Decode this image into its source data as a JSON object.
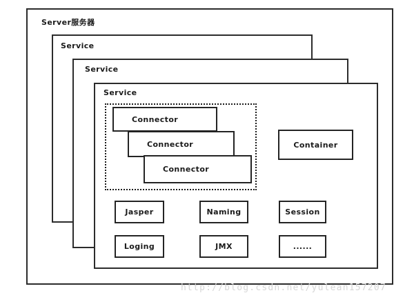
{
  "diagram": {
    "type": "architecture-nested-boxes",
    "title_label": "Server服务器",
    "outer_frame": {
      "name": "server-frame"
    },
    "service_layers": [
      {
        "label": "Service"
      },
      {
        "label": "Service"
      },
      {
        "label": "Service"
      }
    ],
    "connector_group": {
      "border_style": "dotted",
      "connectors": [
        {
          "label": "Connector"
        },
        {
          "label": "Connector"
        },
        {
          "label": "Connector"
        }
      ]
    },
    "container": {
      "label": "Container"
    },
    "components": [
      {
        "label": "Jasper"
      },
      {
        "label": "Naming"
      },
      {
        "label": "Session"
      },
      {
        "label": "Loging"
      },
      {
        "label": "JMX"
      },
      {
        "label": "......"
      }
    ],
    "watermark": "http://blog.csdn.net/yulean157207",
    "colors": {
      "stroke": "#232323",
      "background": "#ffffff",
      "text": "#1a1a1a",
      "watermark": "#d6d6d6"
    }
  }
}
